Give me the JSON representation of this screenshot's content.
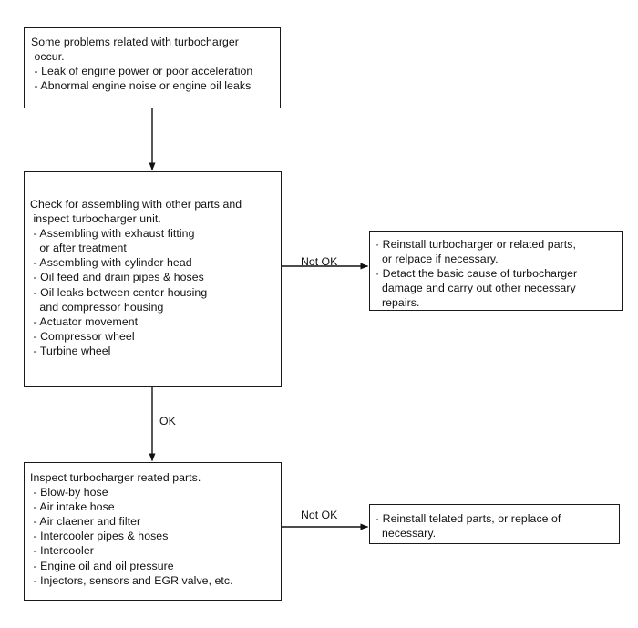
{
  "diagram": {
    "title": "Turbocharger troubleshooting flowchart",
    "line_color": "#1a1a1a",
    "background": "#ffffff",
    "text_color": "#111111"
  },
  "nodes": {
    "symptom": {
      "name": "symptom-box",
      "text": "Some problems related with turbocharger\n occur.\n - Leak of engine power or poor acceleration\n - Abnormal engine noise or engine oil leaks"
    },
    "check_unit": {
      "name": "check-turbocharger-unit-box",
      "text": "Check for assembling with other parts and\n inspect turbocharger unit.\n - Assembling with exhaust fitting\n   or after treatment\n - Assembling with cylinder head\n - Oil feed and drain pipes & hoses\n - Oil leaks between center housing\n   and compressor housing\n - Actuator movement\n - Compressor wheel\n - Turbine wheel"
    },
    "action_unit": {
      "name": "reinstall-turbocharger-action-box",
      "text": "· Reinstall turbocharger or related parts,\n  or relpace if necessary.\n· Detact the basic cause of turbocharger\n  damage and carry out other necessary\n  repairs."
    },
    "inspect_related": {
      "name": "inspect-related-parts-box",
      "text": "Inspect turbocharger reated parts.\n - Blow-by hose\n - Air intake hose\n - Air claener and filter\n - Intercooler pipes & hoses\n - Intercooler\n - Engine oil and oil pressure\n - Injectors, sensors and EGR valve, etc."
    },
    "action_related": {
      "name": "reinstall-related-parts-action-box",
      "text": "· Reinstall telated parts, or replace of\n  necessary."
    }
  },
  "edges": {
    "symptom_to_check": {
      "label": ""
    },
    "check_to_action_unit": {
      "label": "Not OK"
    },
    "check_to_inspect": {
      "label": "OK"
    },
    "inspect_to_action_related": {
      "label": "Not OK"
    }
  }
}
